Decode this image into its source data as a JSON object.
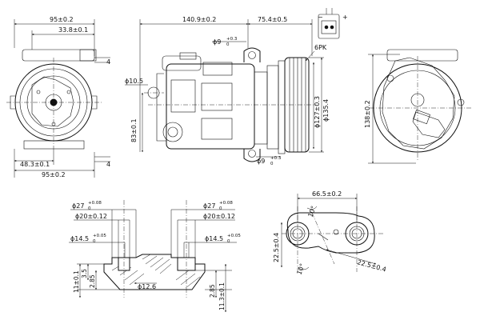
{
  "front_view": {
    "dim_top_outer": "95±0.2",
    "dim_top_inner": "33.8±0.1",
    "dim_bottom_inner": "48.3±0.1",
    "dim_bottom_outer": "95±0.2",
    "dim_side_top": "4",
    "dim_side_bottom": "4"
  },
  "side_view": {
    "dim_length": "140.9±0.2",
    "dim_pulley_offset": "75.4±0.5",
    "hole_top": "ϕ9",
    "hole_top_tol": "+0.3",
    "hole_top_tol_low": "0",
    "hole_bottom": "ϕ9",
    "hole_bottom_tol": "+0.3",
    "hole_bottom_tol_low": "0",
    "hole_side": "ϕ10.5",
    "dim_height": "83±0.1",
    "pulley_type": "6PK",
    "pulley_dia_1": "ϕ127±0.3",
    "pulley_dia_2": "ϕ135.4",
    "connector_minus": "−",
    "connector_plus": "+"
  },
  "rear_view": {
    "dim_height": "138±0.2"
  },
  "port_left": {
    "d1": "ϕ27",
    "d1_tol": "+0.08",
    "d1_tol_low": "0",
    "d2": "ϕ20±0.12",
    "d3": "ϕ14.5",
    "d3_tol": "+0.05",
    "d3_tol_low": "0",
    "d4": "ϕ12.6",
    "h1": "11±0.1",
    "h2": "3.5",
    "h3": "2.85"
  },
  "port_right": {
    "d1": "ϕ27",
    "d1_tol": "+0.08",
    "d1_tol_low": "0",
    "d2": "ϕ20±0.12",
    "d3": "ϕ14.5",
    "d3_tol": "+0.05",
    "d3_tol_low": "0",
    "h1": "2.85",
    "h2": "11.3±0.1"
  },
  "manifold_view": {
    "dim_spacing": "66.5±0.2",
    "angle_top": "10°",
    "angle_bottom": "10°",
    "dim_left": "22.5±0.4",
    "dim_right": "22.5±0.4"
  }
}
